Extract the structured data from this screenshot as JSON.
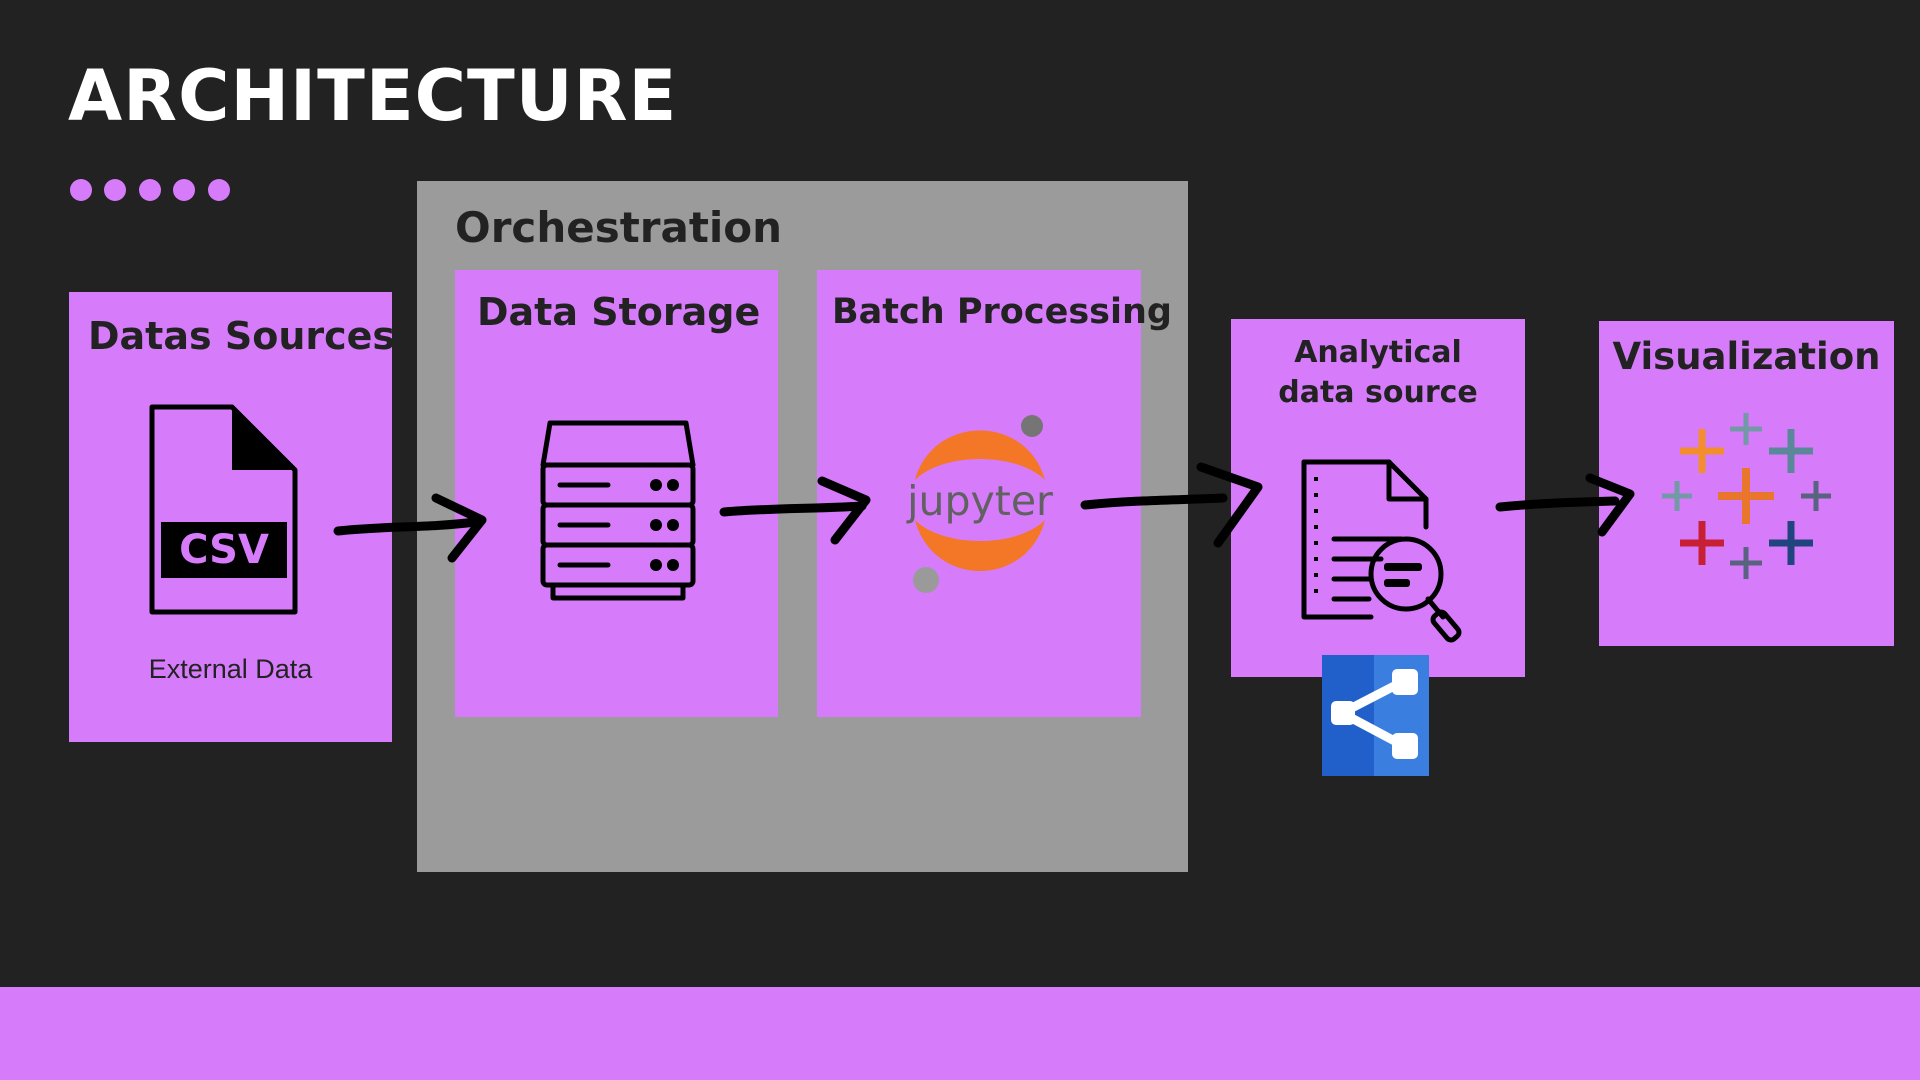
{
  "page": {
    "title": "ARCHITECTURE",
    "dots_count": 5,
    "accent_color": "#d67cfa",
    "background_color": "#222222"
  },
  "orchestration": {
    "label": "Orchestration",
    "color": "#9b9b9b"
  },
  "stages": {
    "sources": {
      "label": "Datas Sources",
      "icon": "csv-file-icon",
      "icon_text": "CSV",
      "caption": "External Data"
    },
    "storage": {
      "label": "Data Storage",
      "icon": "server-stack-icon"
    },
    "batch": {
      "label": "Batch Processing",
      "icon": "jupyter-logo-icon",
      "icon_text": "jupyter"
    },
    "analytical": {
      "label_line1": "Analytical",
      "label_line2": "data  source",
      "icon": "document-search-icon",
      "secondary_icon": "share-nodes-icon"
    },
    "visualization": {
      "label": "Visualization",
      "icon": "tableau-logo-icon"
    }
  },
  "flow_arrows": [
    "sources-to-storage",
    "storage-to-batch",
    "batch-to-analytical",
    "analytical-to-visualization"
  ]
}
